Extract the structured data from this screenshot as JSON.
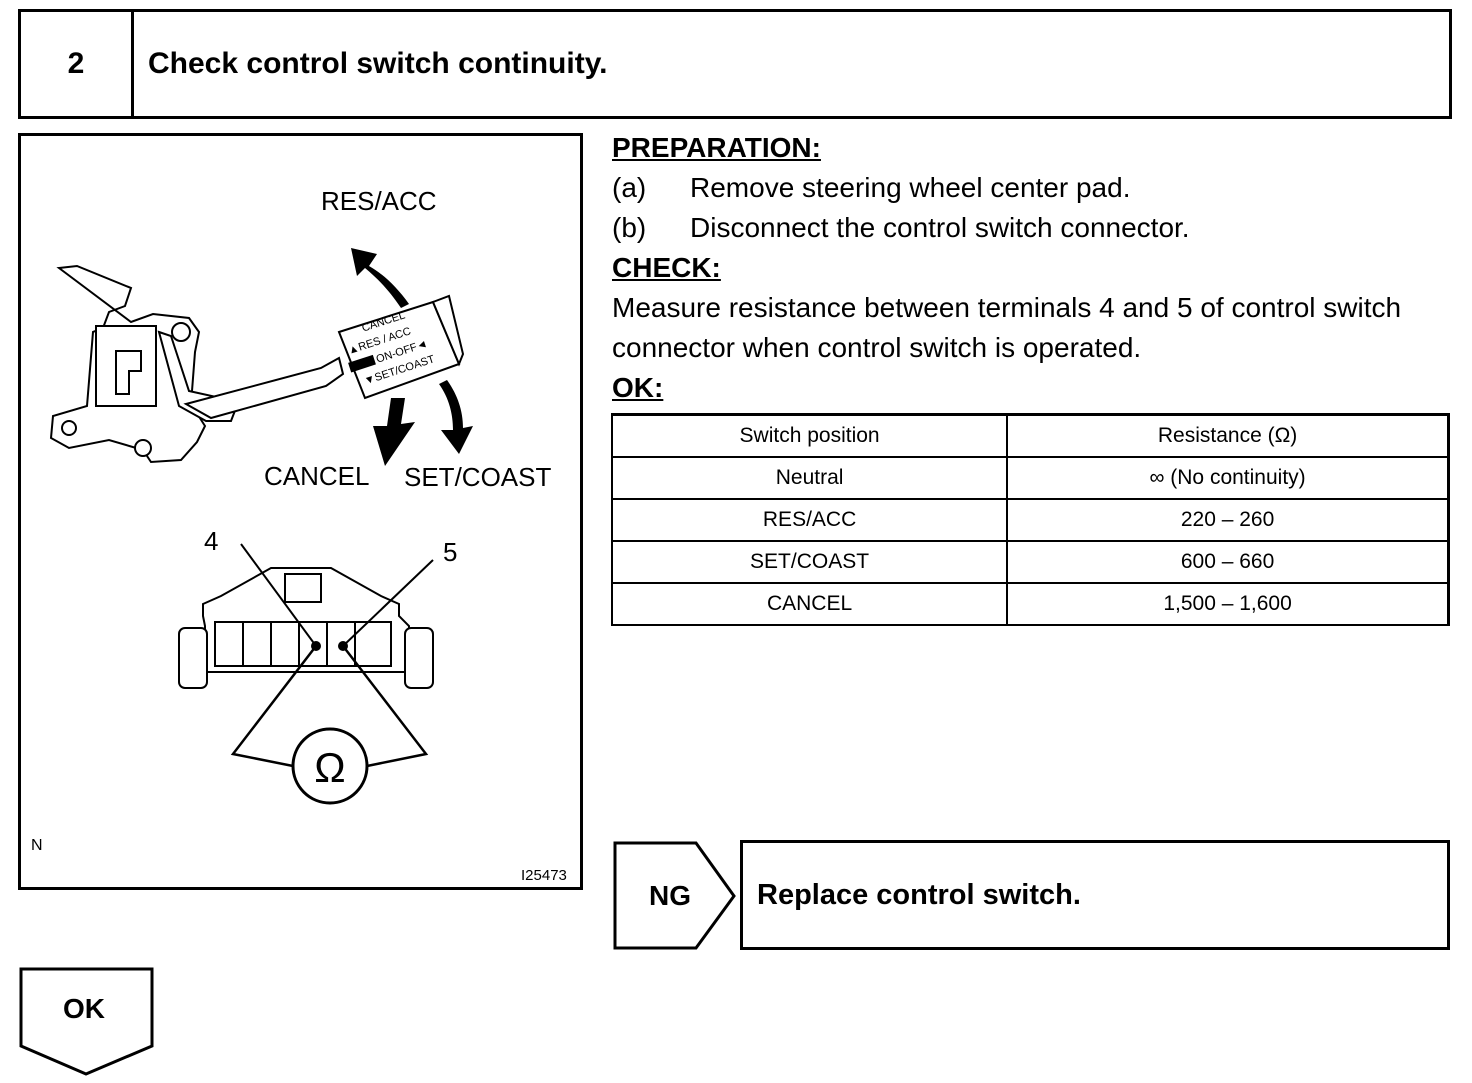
{
  "step": {
    "number": "2",
    "title": "Check control switch continuity."
  },
  "figure": {
    "labels": {
      "res_acc": "RES/ACC",
      "cancel": "CANCEL",
      "set_coast": "SET/COAST",
      "terminal_4": "4",
      "terminal_5": "5",
      "ohm": "Ω",
      "corner_n": "N",
      "figure_id": "I25473"
    },
    "lever_text": {
      "cancel": "CANCEL",
      "res_acc": "▲RES / ACC",
      "on_off": "ON-OFF◄",
      "set_coast": "▼SET/COAST"
    }
  },
  "preparation": {
    "heading": "PREPARATION:",
    "steps": [
      {
        "label": "(a)",
        "text": "Remove steering wheel center pad."
      },
      {
        "label": "(b)",
        "text": "Disconnect the control switch connector."
      }
    ]
  },
  "check": {
    "heading": "CHECK:",
    "text_line1": "Measure resistance between terminals 4 and 5 of control switch",
    "text_line2": "connector when control switch is operated."
  },
  "ok_section": {
    "heading": "OK:"
  },
  "table": {
    "headers": [
      "Switch position",
      "Resistance (Ω)"
    ],
    "rows": [
      [
        "Neutral",
        "∞ (No continuity)"
      ],
      [
        "RES/ACC",
        "220 – 260"
      ],
      [
        "SET/COAST",
        "600 – 660"
      ],
      [
        "CANCEL",
        "1,500 – 1,600"
      ]
    ]
  },
  "ng": {
    "label": "NG",
    "action": "Replace control switch."
  },
  "ok": {
    "label": "OK"
  }
}
